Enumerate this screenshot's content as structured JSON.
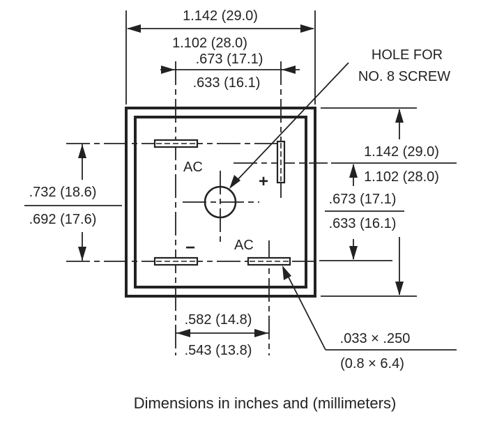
{
  "top_dim": {
    "max": "1.142 (29.0)",
    "min": "1.102 (28.0)"
  },
  "top_inner_dim": {
    "max": ".673 (17.1)",
    "min": ".633 (16.1)"
  },
  "left_dim": {
    "max": ".732 (18.6)",
    "min": ".692 (17.6)"
  },
  "right_dim": {
    "max": "1.142 (29.0)",
    "min": "1.102 (28.0)"
  },
  "right_inner_dim": {
    "max": ".673 (17.1)",
    "min": ".633 (16.1)"
  },
  "bottom_dim": {
    "max": ".582 (14.8)",
    "min": ".543 (13.8)"
  },
  "hole_note": {
    "line1": "HOLE FOR",
    "line2": "NO. 8 SCREW"
  },
  "pin_note": {
    "line1": ".033 × .250",
    "line2": "(0.8 × 6.4)"
  },
  "pins": {
    "ac_top": "AC",
    "ac_bottom": "AC",
    "plus": "+",
    "minus": "−"
  },
  "caption": "Dimensions in inches and (millimeters)"
}
